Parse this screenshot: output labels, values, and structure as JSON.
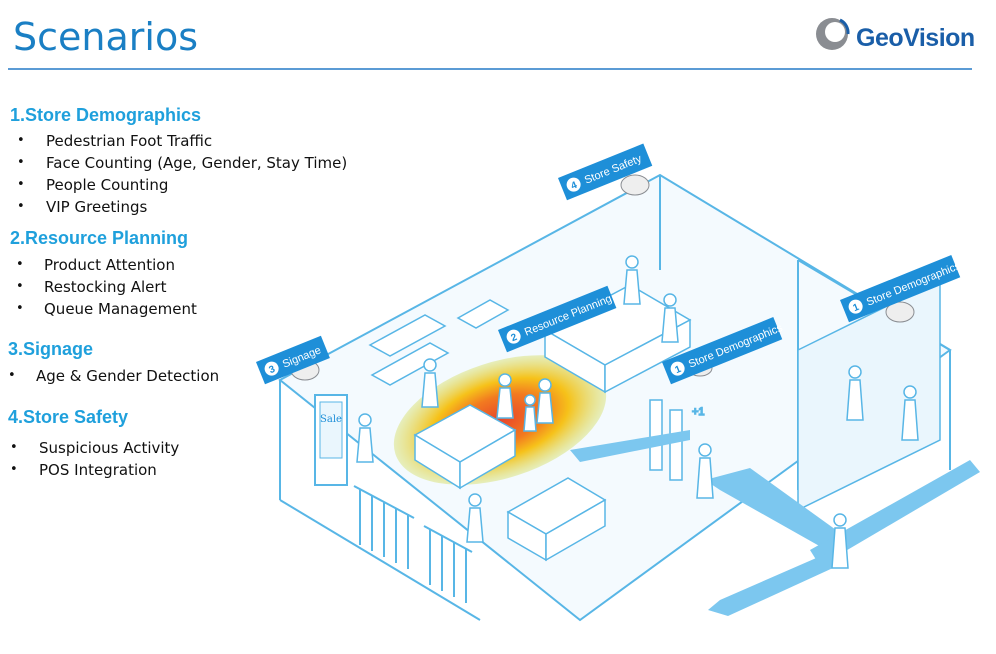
{
  "slide": {
    "title": "Scenarios",
    "logo_text": "GeoVision"
  },
  "sections": [
    {
      "heading": "1.Store Demographics",
      "items": [
        "Pedestrian Foot Traffic",
        "Face Counting (Age, Gender, Stay Time)",
        "People Counting",
        "VIP Greetings"
      ]
    },
    {
      "heading": "2.Resource Planning",
      "items": [
        "Product Attention",
        "Restocking Alert",
        "Queue Management"
      ]
    },
    {
      "heading": "3.Signage",
      "items": [
        "Age & Gender Detection"
      ]
    },
    {
      "heading": "4.Store Safety",
      "items": [
        "Suspicious Activity",
        "POS Integration"
      ]
    }
  ],
  "bullet_glyph": "•",
  "illustration": {
    "tags": [
      {
        "number": "4",
        "label": "Store Safety"
      },
      {
        "number": "2",
        "label": "Resource Planning"
      },
      {
        "number": "3",
        "label": "Signage"
      },
      {
        "number": "1",
        "label": "Store Demographics"
      },
      {
        "number": "1",
        "label": "Store Demographics"
      }
    ],
    "sign_text": "Sale",
    "counter_text": "+1"
  },
  "colors": {
    "title": "#1a7fc4",
    "heading": "#1fa0dc",
    "rule": "#5b9bd5",
    "logo": "#1a5ea8",
    "tag_fill": "#1e8fd8",
    "line_art": "#58b6e6",
    "heat_inner": "#e8452a",
    "heat_mid": "#f6a21a",
    "heat_outer": "#d9e27a"
  }
}
